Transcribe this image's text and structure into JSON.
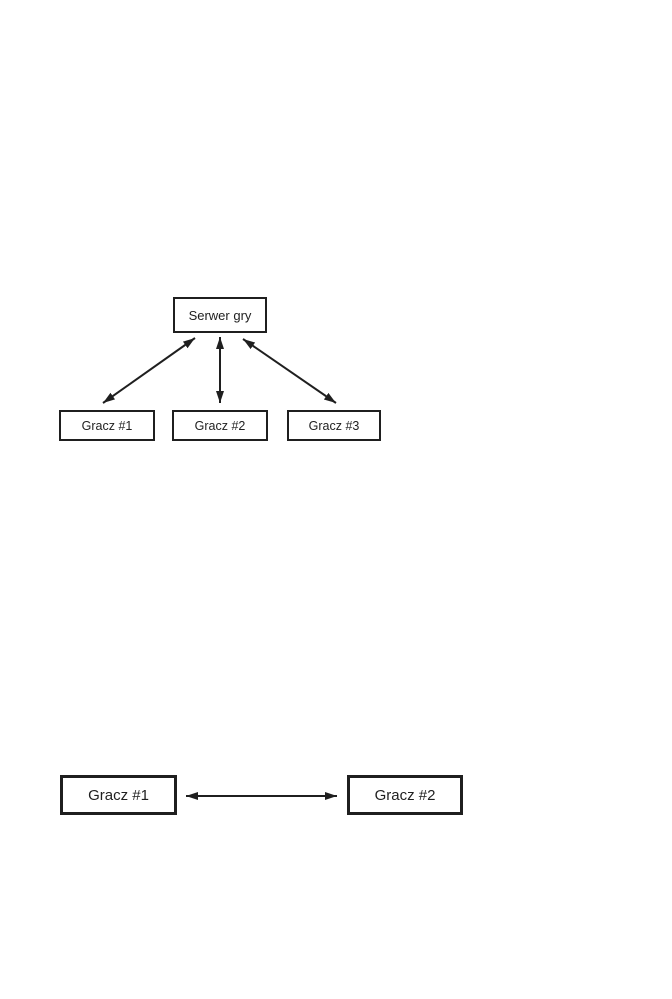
{
  "colors": {
    "ink": "#1f1f1f",
    "page_background": "#ffffff"
  },
  "top_diagram": {
    "server": {
      "label": "Serwer gry"
    },
    "players": [
      {
        "label": "Gracz #1"
      },
      {
        "label": "Gracz #2"
      },
      {
        "label": "Gracz #3"
      }
    ],
    "connections": [
      {
        "from": "Serwer gry",
        "to": "Gracz #1",
        "style": "double-headed-arrow"
      },
      {
        "from": "Serwer gry",
        "to": "Gracz #2",
        "style": "double-headed-arrow"
      },
      {
        "from": "Serwer gry",
        "to": "Gracz #3",
        "style": "double-headed-arrow"
      }
    ]
  },
  "bottom_diagram": {
    "players": [
      {
        "label": "Gracz #1"
      },
      {
        "label": "Gracz #2"
      }
    ],
    "connections": [
      {
        "from": "Gracz #1",
        "to": "Gracz #2",
        "style": "double-headed-arrow"
      }
    ]
  }
}
